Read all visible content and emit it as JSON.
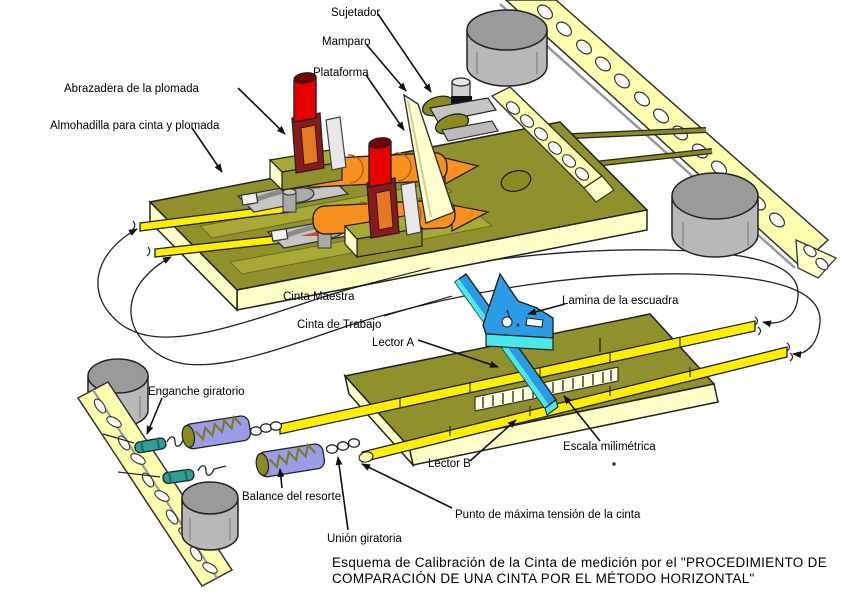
{
  "diagram": {
    "labels": {
      "sujetador": "Sujetador",
      "mamparo": "Mamparo",
      "plataforma": "Plataforma",
      "abrazadera": "Abrazadera de la plomada",
      "almohadilla": "Almohadilla para cinta y plomada",
      "cinta_maestra": "Cinta Maestra",
      "cinta_trabajo": "Cinta de Trabajo",
      "lector_a": "Lector A",
      "lamina_escuadra": "Lamina de la escuadra",
      "enganche_giratorio": "Enganche giratorio",
      "lector_b": "Lector B",
      "escala_milimetrica": "Escala milimétrica",
      "balance_resorte": "Balance del resorte",
      "punto_max_tension": "Punto de máxima tensión de la cinta",
      "union_giratoria": "Unión giratoria"
    },
    "caption": {
      "line1": "Esquema de Calibración de la Cinta de medición  por el \"PROCEDIMIENTO DE",
      "line2": "COMPARACIÓN DE UNA CINTA POR EL MÉTODO HORIZONTAL\""
    },
    "colors": {
      "platform_top_olive": "#90902C",
      "platform_light_olive": "#A9A936",
      "platform_side_pale": "#FFFFC8",
      "rail_yellow": "#FFFFB0",
      "tape_yellow": "#FFEE00",
      "plumb_red": "#E80000",
      "plumb_top_dark_red": "#7A0000",
      "clamp_dark_red": "#8B1A1A",
      "roller_orange": "#F89020",
      "square_blue": "#2B9BE8",
      "square_cyan": "#4AE8E8",
      "hook_teal": "#2E9E96",
      "spring_lavender": "#9B9BE8",
      "spring_wire_olive": "#7A7A1A",
      "weight_gray": "#B8B8B8",
      "outline": "#1A1A1A"
    }
  }
}
